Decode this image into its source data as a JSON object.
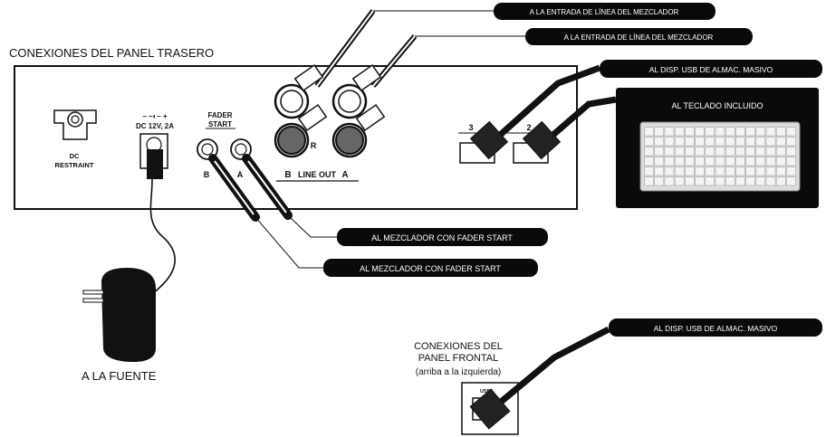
{
  "title": "CONEXIONES DEL PANEL TRASERO",
  "rear_panel": {
    "dc_restraint": [
      "DC",
      "RESTRAINT"
    ],
    "dc_polarity": "– –◐– +",
    "dc_rating": "DC 12V, 2A",
    "fader_start": [
      "FADER",
      "START"
    ],
    "fader_b": "B",
    "fader_a": "A",
    "line_out_b": "B",
    "line_out_label": "LINE OUT",
    "line_out_a": "A",
    "line_out_r": "R",
    "usb_port_3": "3",
    "usb_port_2": "2"
  },
  "callouts": {
    "line_in_1": "A LA ENTRADA DE LÍNEA DEL MEZCLADOR",
    "line_in_2": "A LA ENTRADA DE LÍNEA DEL MEZCLADOR",
    "usb_rear": "AL DISP. USB DE ALMAC. MASIVO",
    "keyboard": "AL TECLADO INCLUIDO",
    "fader_1": "AL MEZCLADOR  CON FADER START",
    "fader_2": "AL MEZCLADOR  CON FADER START",
    "usb_front": "AL DISP. USB DE ALMAC. MASIVO"
  },
  "power": {
    "label": "A LA FUENTE"
  },
  "front_panel": {
    "title": [
      "CONEXIONES DEL",
      "PANEL FRONTAL"
    ],
    "note": "(arriba a la izquierda)",
    "usb_label": "USB"
  }
}
